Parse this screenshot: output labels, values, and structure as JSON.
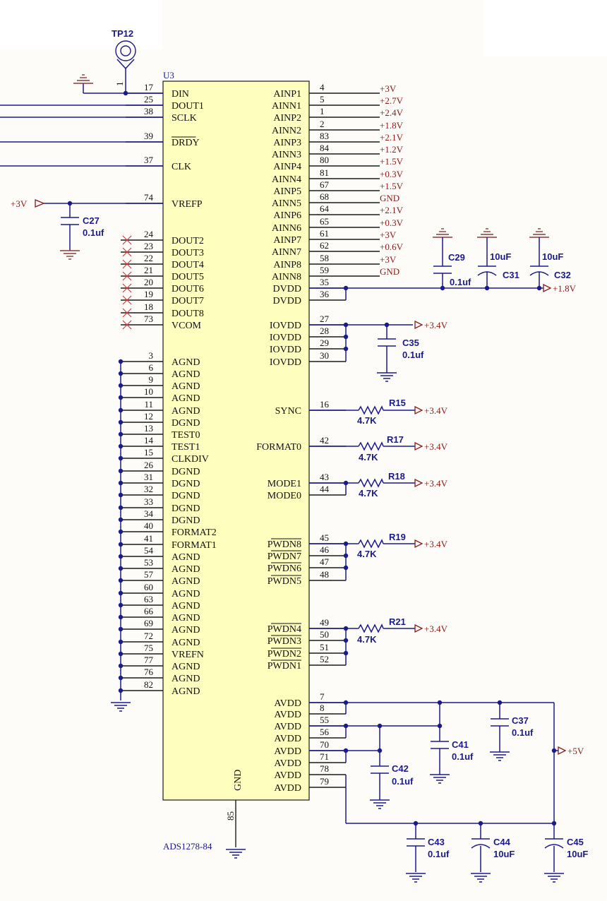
{
  "chip": {
    "refdes": "U3",
    "part": "ADS1278-84",
    "gnd_label": "GND",
    "gnd_pin": "85",
    "left_pins": [
      {
        "num": "17",
        "name": "DIN"
      },
      {
        "num": "25",
        "name": "DOUT1"
      },
      {
        "num": "38",
        "name": "SCLK"
      },
      {
        "num": "39",
        "name": "DRDY"
      },
      {
        "num": "37",
        "name": "CLK"
      },
      {
        "num": "74",
        "name": "VREFP"
      },
      {
        "num": "24",
        "name": "DOUT2"
      },
      {
        "num": "23",
        "name": "DOUT3"
      },
      {
        "num": "22",
        "name": "DOUT4"
      },
      {
        "num": "21",
        "name": "DOUT5"
      },
      {
        "num": "20",
        "name": "DOUT6"
      },
      {
        "num": "19",
        "name": "DOUT7"
      },
      {
        "num": "18",
        "name": "DOUT8"
      },
      {
        "num": "73",
        "name": "VCOM"
      },
      {
        "num": "3",
        "name": "AGND"
      },
      {
        "num": "6",
        "name": "AGND"
      },
      {
        "num": "9",
        "name": "AGND"
      },
      {
        "num": "10",
        "name": "AGND"
      },
      {
        "num": "11",
        "name": "AGND"
      },
      {
        "num": "12",
        "name": "DGND"
      },
      {
        "num": "13",
        "name": "TEST0"
      },
      {
        "num": "14",
        "name": "TEST1"
      },
      {
        "num": "15",
        "name": "CLKDIV"
      },
      {
        "num": "26",
        "name": "DGND"
      },
      {
        "num": "31",
        "name": "DGND"
      },
      {
        "num": "32",
        "name": "DGND"
      },
      {
        "num": "33",
        "name": "DGND"
      },
      {
        "num": "34",
        "name": "DGND"
      },
      {
        "num": "40",
        "name": "FORMAT2"
      },
      {
        "num": "41",
        "name": "FORMAT1"
      },
      {
        "num": "54",
        "name": "AGND"
      },
      {
        "num": "53",
        "name": "AGND"
      },
      {
        "num": "57",
        "name": "AGND"
      },
      {
        "num": "60",
        "name": "AGND"
      },
      {
        "num": "63",
        "name": "AGND"
      },
      {
        "num": "66",
        "name": "AGND"
      },
      {
        "num": "69",
        "name": "AGND"
      },
      {
        "num": "72",
        "name": "AGND"
      },
      {
        "num": "75",
        "name": "VREFN"
      },
      {
        "num": "77",
        "name": "AGND"
      },
      {
        "num": "76",
        "name": "AGND"
      },
      {
        "num": "82",
        "name": "AGND"
      }
    ],
    "right_pins": [
      {
        "num": "4",
        "name": "AINP1",
        "net": "+3V"
      },
      {
        "num": "5",
        "name": "AINN1",
        "net": "+2.7V"
      },
      {
        "num": "1",
        "name": "AINP2",
        "net": "+2.4V"
      },
      {
        "num": "2",
        "name": "AINN2",
        "net": "+1.8V"
      },
      {
        "num": "83",
        "name": "AINP3",
        "net": "+2.1V"
      },
      {
        "num": "84",
        "name": "AINN3",
        "net": "+1.2V"
      },
      {
        "num": "80",
        "name": "AINP4",
        "net": "+1.5V"
      },
      {
        "num": "81",
        "name": "AINN4",
        "net": "+0.3V"
      },
      {
        "num": "67",
        "name": "AINP5",
        "net": "+1.5V"
      },
      {
        "num": "68",
        "name": "AINN5",
        "net": "GND"
      },
      {
        "num": "64",
        "name": "AINP6",
        "net": "+2.1V"
      },
      {
        "num": "65",
        "name": "AINN6",
        "net": "+0.3V"
      },
      {
        "num": "61",
        "name": "AINP7",
        "net": "+3V"
      },
      {
        "num": "62",
        "name": "AINN7",
        "net": "+0.6V"
      },
      {
        "num": "58",
        "name": "AINP8",
        "net": "+3V"
      },
      {
        "num": "59",
        "name": "AINN8",
        "net": "GND"
      },
      {
        "num": "35",
        "name": "DVDD",
        "net": ""
      },
      {
        "num": "36",
        "name": "DVDD",
        "net": ""
      },
      {
        "num": "27",
        "name": "IOVDD",
        "net": ""
      },
      {
        "num": "28",
        "name": "IOVDD",
        "net": ""
      },
      {
        "num": "29",
        "name": "IOVDD",
        "net": ""
      },
      {
        "num": "30",
        "name": "IOVDD",
        "net": ""
      },
      {
        "num": "16",
        "name": "SYNC",
        "net": ""
      },
      {
        "num": "42",
        "name": "FORMAT0",
        "net": ""
      },
      {
        "num": "43",
        "name": "MODE1",
        "net": ""
      },
      {
        "num": "44",
        "name": "MODE0",
        "net": ""
      },
      {
        "num": "45",
        "name": "PWDN8",
        "net": ""
      },
      {
        "num": "46",
        "name": "PWDN7",
        "net": ""
      },
      {
        "num": "47",
        "name": "PWDN6",
        "net": ""
      },
      {
        "num": "48",
        "name": "PWDN5",
        "net": ""
      },
      {
        "num": "49",
        "name": "PWDN4",
        "net": ""
      },
      {
        "num": "50",
        "name": "PWDN3",
        "net": ""
      },
      {
        "num": "51",
        "name": "PWDN2",
        "net": ""
      },
      {
        "num": "52",
        "name": "PWDN1",
        "net": ""
      },
      {
        "num": "7",
        "name": "AVDD",
        "net": ""
      },
      {
        "num": "8",
        "name": "AVDD",
        "net": ""
      },
      {
        "num": "55",
        "name": "AVDD",
        "net": ""
      },
      {
        "num": "56",
        "name": "AVDD",
        "net": ""
      },
      {
        "num": "70",
        "name": "AVDD",
        "net": ""
      },
      {
        "num": "71",
        "name": "AVDD",
        "net": ""
      },
      {
        "num": "78",
        "name": "AVDD",
        "net": ""
      },
      {
        "num": "79",
        "name": "AVDD",
        "net": ""
      }
    ]
  },
  "testpoint": {
    "ref": "TP12",
    "pin": "1"
  },
  "power": {
    "p3v": "+3V",
    "p1v8": "+1.8V",
    "p3v4": "+3.4V",
    "p5v": "+5V"
  },
  "components": {
    "c27": {
      "ref": "C27",
      "val": "0.1uf"
    },
    "c29": {
      "ref": "C29",
      "val": "0.1uf"
    },
    "c31": {
      "ref": "C31",
      "val": "10uF"
    },
    "c32": {
      "ref": "C32",
      "val": "10uF"
    },
    "c35": {
      "ref": "C35",
      "val": "0.1uf"
    },
    "r15": {
      "ref": "R15",
      "val": "4.7K"
    },
    "r17": {
      "ref": "R17",
      "val": "4.7K"
    },
    "r18": {
      "ref": "R18",
      "val": "4.7K"
    },
    "r19": {
      "ref": "R19",
      "val": "4.7K"
    },
    "r21": {
      "ref": "R21",
      "val": "4.7K"
    },
    "c37": {
      "ref": "C37",
      "val": "0.1uf"
    },
    "c41": {
      "ref": "C41",
      "val": "0.1uf"
    },
    "c42": {
      "ref": "C42",
      "val": "0.1uf"
    },
    "c43": {
      "ref": "C43",
      "val": "0.1uf"
    },
    "c44": {
      "ref": "C44",
      "val": "10uF"
    },
    "c45": {
      "ref": "C45",
      "val": "10uF"
    }
  }
}
